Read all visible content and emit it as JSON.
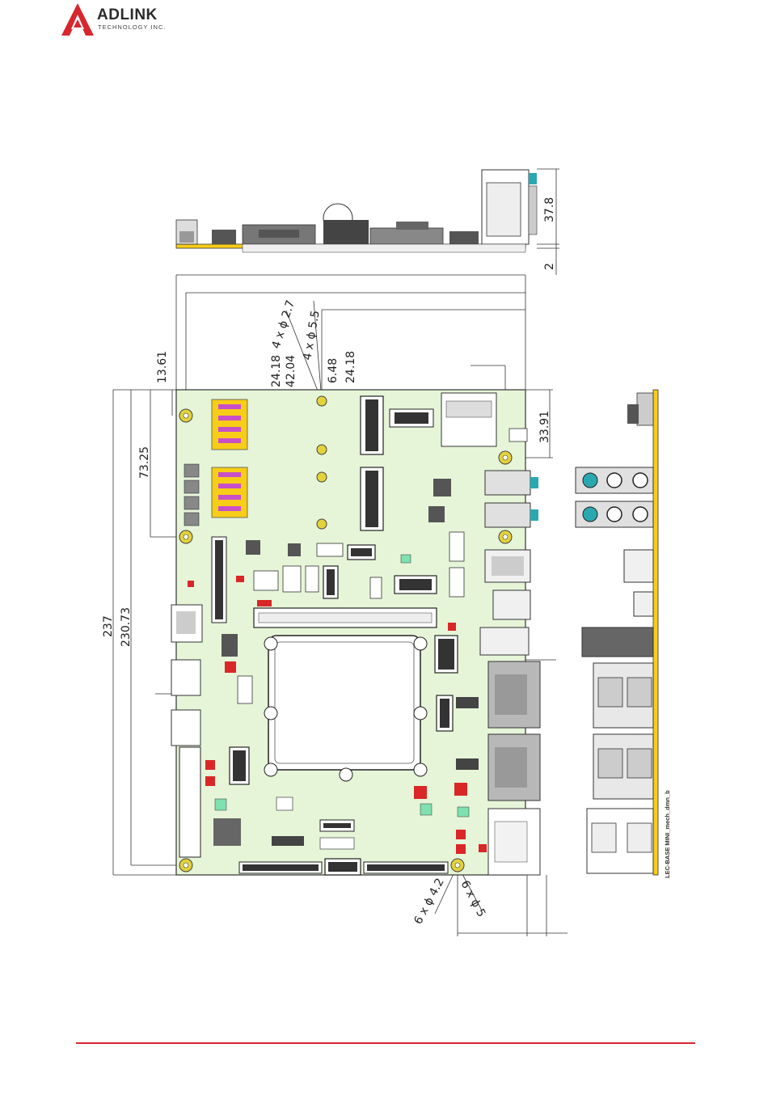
{
  "brand": {
    "name": "ADLINK",
    "subtitle": "TECHNOLOGY INC.",
    "accent_color": "#d8262e"
  },
  "dimensions": {
    "side_height": "37.8",
    "side_pcb": "2",
    "hole_a": "4 x ϕ 2.7",
    "hole_b": "4 x ϕ 5.5",
    "hole_c": "6 x ϕ 4.2",
    "hole_d": "6 x ϕ 5",
    "d_13_61": "13.61",
    "d_24_18_left": "24.18",
    "d_42_04": "42.04",
    "d_6_48": "6.48",
    "d_24_18_right": "24.18",
    "d_33_91": "33.91",
    "d_73_25": "73.25",
    "d_237": "237",
    "d_230_73": "230.73"
  },
  "caption": "LEC-BASE MINI_mech_dmn_b",
  "colors": {
    "pcb": "#e6f5d8",
    "sim_slot": "#f7cd18",
    "sim_accent": "#c84fc8",
    "connector_red": "#d92727",
    "component_gray": "#6e6e6e",
    "connector_dark": "#2b2b2b",
    "mount_hole": "#e3d23a",
    "io_metal": "#b8b8b8",
    "audio_teal": "#2aa8b0"
  }
}
